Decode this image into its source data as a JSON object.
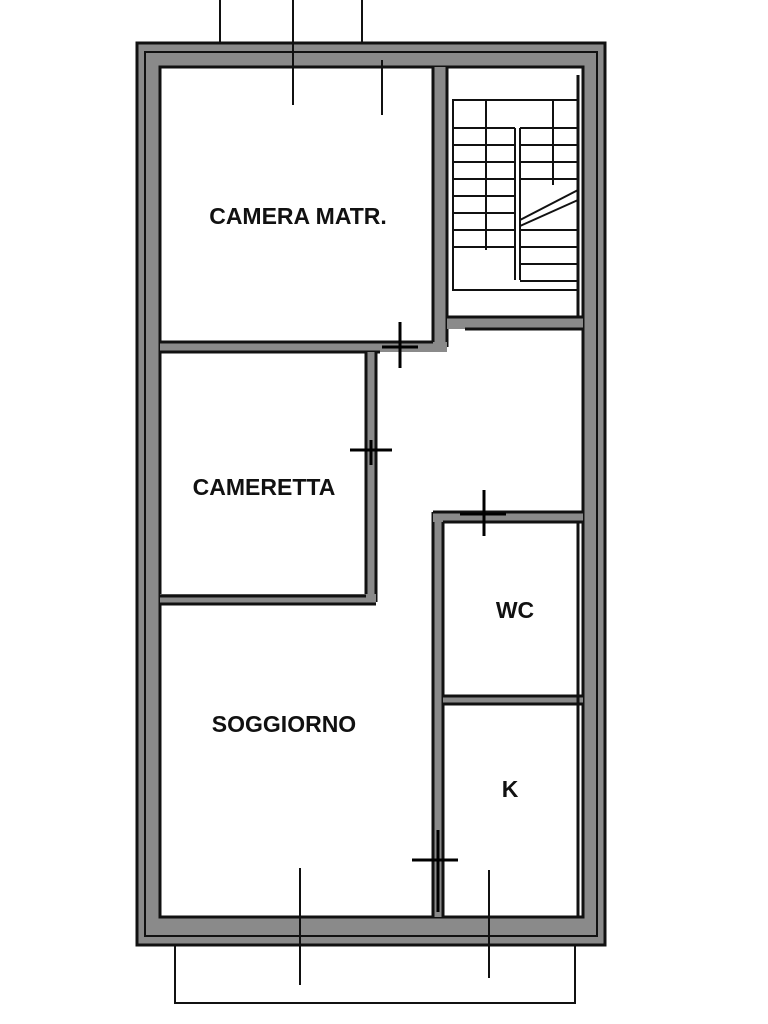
{
  "rooms": {
    "camera_matr": "CAMERA MATR.",
    "cameretta": "CAMERETTA",
    "wc": "WC",
    "soggiorno": "SOGGIORNO",
    "k": "K"
  },
  "colors": {
    "wall_line": "#111111",
    "wall_fill": "#8a8a8a",
    "background": "#ffffff"
  }
}
